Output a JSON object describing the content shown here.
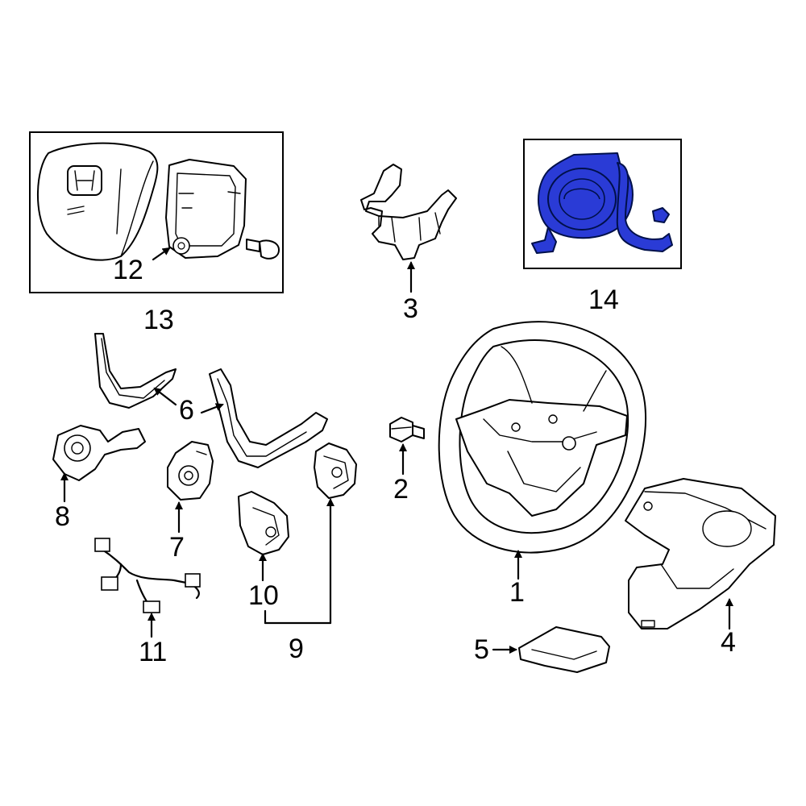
{
  "callouts": {
    "c1": "1",
    "c2": "2",
    "c3": "3",
    "c4": "4",
    "c5": "5",
    "c6": "6",
    "c7": "7",
    "c8": "8",
    "c9": "9",
    "c10": "10",
    "c11": "11",
    "c12": "12",
    "c13": "13",
    "c14": "14"
  },
  "colors": {
    "line": "#000000",
    "highlight": "#2a3bd6",
    "highlight_dark": "#00104a",
    "background": "#ffffff"
  },
  "highlighted_part": "14"
}
